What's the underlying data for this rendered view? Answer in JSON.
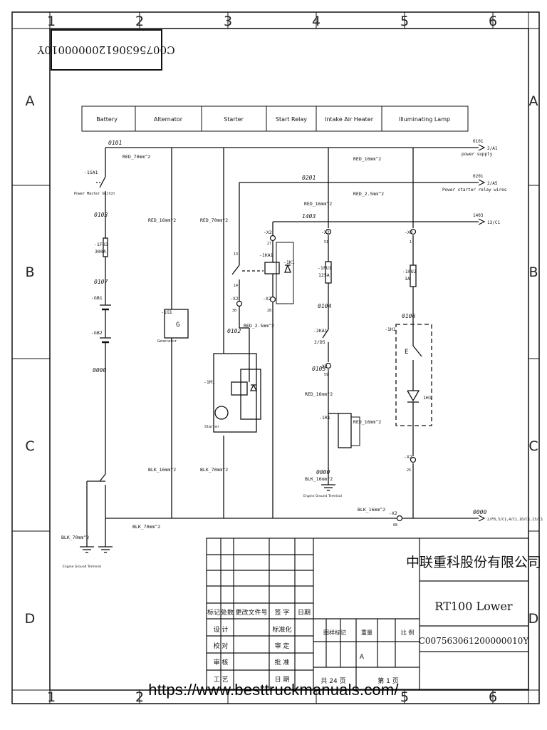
{
  "doc_number_mirrored": "C007563061200000010Y",
  "grid": {
    "cols": [
      "1",
      "2",
      "3",
      "4",
      "5",
      "6"
    ],
    "rows": [
      "A",
      "B",
      "C",
      "D"
    ]
  },
  "header_cells": [
    "Battery",
    "Alternator",
    "Starter",
    "Start Relay",
    "Intake Air Heater",
    "Illuminating Lamp"
  ],
  "wires": {
    "w0101": "0101",
    "w0201": "0201",
    "w1403": "1403",
    "w0103": "0103",
    "w0107": "0107",
    "w0000a": "0000",
    "w0102": "0102",
    "w0104": "0104",
    "w0105": "0105",
    "w0106": "0106",
    "w0000b": "0000",
    "w0000c": "0000"
  },
  "cables": {
    "red70a": "RED_70mm^2",
    "red16a": "RED_16mm^2",
    "red25a": "RED_2.5mm^2",
    "red16b": "RED_16mm^2",
    "red16c": "RED_16mm^2",
    "red70b": "RED_70mm^2",
    "red25b": "RED_2.5mm^2",
    "red16d": "RED_16mm^2",
    "red16e": "RED_16mm^2",
    "blk16a": "BLK_16mm^2",
    "blk70a": "BLK_70mm^2",
    "blk16b": "BLK_16mm^2",
    "blk16c": "BLK_16mm^2",
    "blk70b": "BLK_70mm^2",
    "blk70c": "BLK_70mm^2"
  },
  "components": {
    "sa1": "-1SA1",
    "sa1_name": "Power Master Switch",
    "fu3": "-1FU3",
    "fu3_val": "300A",
    "gb1": "-GB1",
    "gb2": "-GB2",
    "g1": "-1G1",
    "g1_sym": "G",
    "g1_name": "Generator",
    "m1": "-1M1",
    "m1_name": "Starter",
    "ka1": "-1KA1",
    "k1": "-1K1",
    "fu1": "-1FU1",
    "fu1_val": "125A",
    "ka1b": "-2KA1",
    "ka1b_pins": "2/D5",
    "r1": "-1R1",
    "fu2": "-1FU2",
    "fu2_val": "1A",
    "h1": "-1H1",
    "e_lbl": "E",
    "h1b": "1H1"
  },
  "terminals": {
    "x2_27": "-X2",
    "p27": "27",
    "x2_51": "-X2",
    "p51": "51",
    "x2_1": "-X2",
    "p1": "1",
    "x2_30": "-X2",
    "p30": "30",
    "x2_28": "-X2",
    "p28": "28",
    "x2_59": "-X2",
    "p59": "59",
    "x2_25": "-X2",
    "p25": "25",
    "x2_68": "-X2",
    "p68": "68",
    "p13": "13",
    "p14": "14"
  },
  "outputs": {
    "o1_num": "0101",
    "o1_ref": "2/A1",
    "o1_name": "power supply",
    "o2_num": "0201",
    "o2_ref": "2/A5",
    "o2_name": "Power starter relay wires",
    "o3_num": "1403",
    "o3_ref": "13/C1",
    "o4_num": "0000",
    "o4_ref": "2/F8,3/C1,4/C1,10/C1,13/C1"
  },
  "grounds": {
    "g1": "Engine Ground Terminal",
    "g2": "Engine Ground Terminal"
  },
  "title_block": {
    "company": "中联重科股份有限公司",
    "product": "RT100 Lower",
    "doc_number": "C007563061200000010Y",
    "rev_headers": [
      "标记",
      "处数",
      "更改文件号",
      "签 字",
      "日期"
    ],
    "roles": [
      "设 计",
      "校 对",
      "审 核",
      "工 艺"
    ],
    "roles2": [
      "标准化",
      "审 定",
      "批 准",
      "日 期"
    ],
    "stage_headers": [
      "图样标记",
      "重量",
      "比 例"
    ],
    "stage_mark": "A",
    "sheet_total": "共 24 页",
    "sheet_no": "第 1 页"
  },
  "watermark_url": "https://www.besttruckmanuals.com/"
}
